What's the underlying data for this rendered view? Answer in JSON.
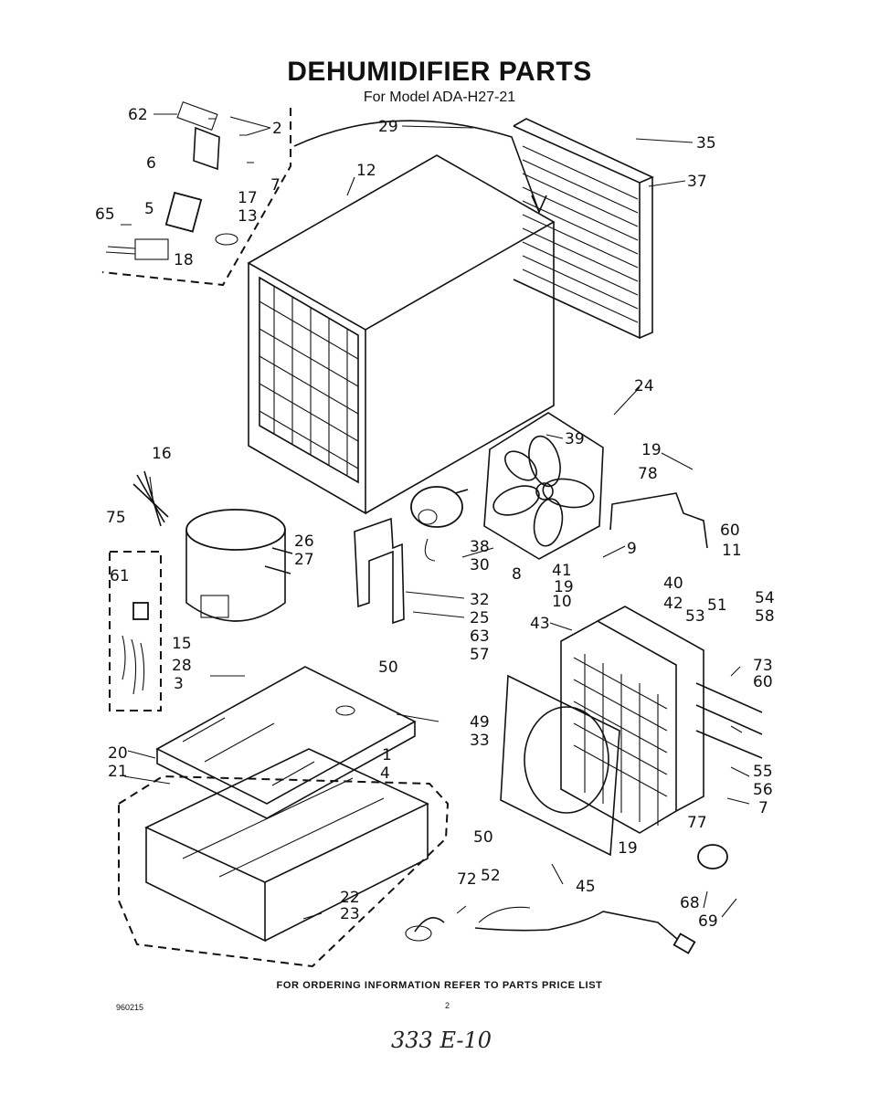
{
  "header": {
    "title": "DEHUMIDIFIER PARTS",
    "subtitle": "For Model ADA-H27-21"
  },
  "part_labels": {
    "p62": "62",
    "p2": "2",
    "p29": "29",
    "p35": "35",
    "p6": "6",
    "p7a": "7",
    "p12": "12",
    "p37": "37",
    "p17": "17",
    "p65": "65",
    "p5": "5",
    "p13": "13",
    "p18": "18",
    "p24": "24",
    "p39": "39",
    "p16": "16",
    "p19a": "19",
    "p78": "78",
    "p75": "75",
    "p26": "26",
    "p27": "27",
    "p38": "38",
    "p30": "30",
    "p9": "9",
    "p60a": "60",
    "p11": "11",
    "p40": "40",
    "p61": "61",
    "p8": "8",
    "p41": "41",
    "p19b": "19",
    "p10": "10",
    "p42": "42",
    "p53": "53",
    "p51": "51",
    "p54": "54",
    "p58": "58",
    "p32": "32",
    "p25": "25",
    "p43": "43",
    "p15": "15",
    "p63": "63",
    "p57": "57",
    "p28": "28",
    "p3": "3",
    "p50a": "50",
    "p73": "73",
    "p60b": "60",
    "p49": "49",
    "p33": "33",
    "p20": "20",
    "p1": "1",
    "p21": "21",
    "p4": "4",
    "p55": "55",
    "p56": "56",
    "p7b": "7",
    "p77": "77",
    "p50b": "50",
    "p19c": "19",
    "p45": "45",
    "p72": "72",
    "p52": "52",
    "p22": "22",
    "p23": "23",
    "p68": "68",
    "p69": "69"
  },
  "footer": {
    "ordering_note": "FOR ORDERING INFORMATION REFER TO PARTS PRICE LIST",
    "doc_code": "960215",
    "page_number": "2",
    "handwritten_note": "333 E-10"
  }
}
